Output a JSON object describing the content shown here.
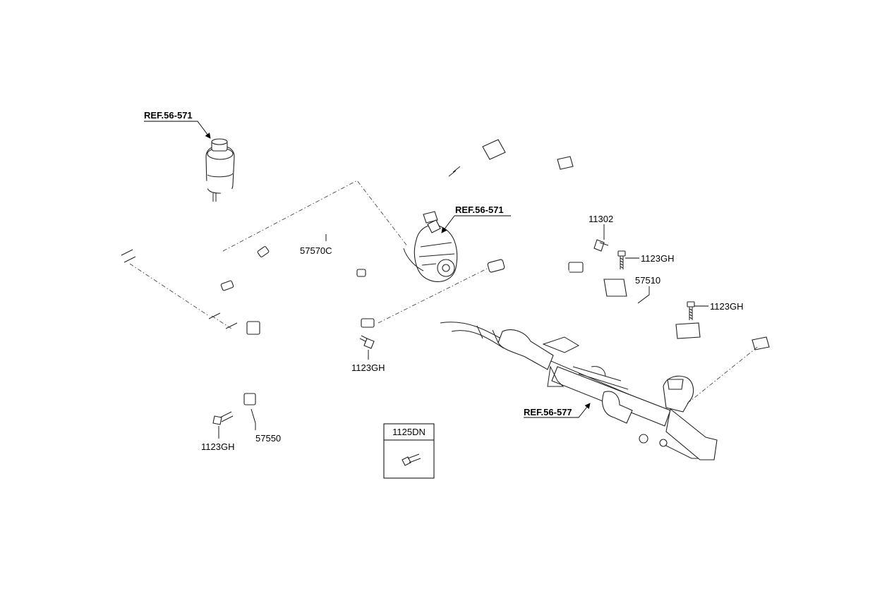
{
  "labels": {
    "ref_reservoir": "REF.56-571",
    "ref_pump": "REF.56-571",
    "ref_gear": "REF.56-577",
    "p57570c": "57570C",
    "p57550": "57550",
    "p57510": "57510",
    "p11302": "11302",
    "bolt_upper_right": "1123GH",
    "bolt_right": "1123GH",
    "bolt_center": "1123GH",
    "bolt_left": "1123GH",
    "legend_part": "1125DN"
  }
}
